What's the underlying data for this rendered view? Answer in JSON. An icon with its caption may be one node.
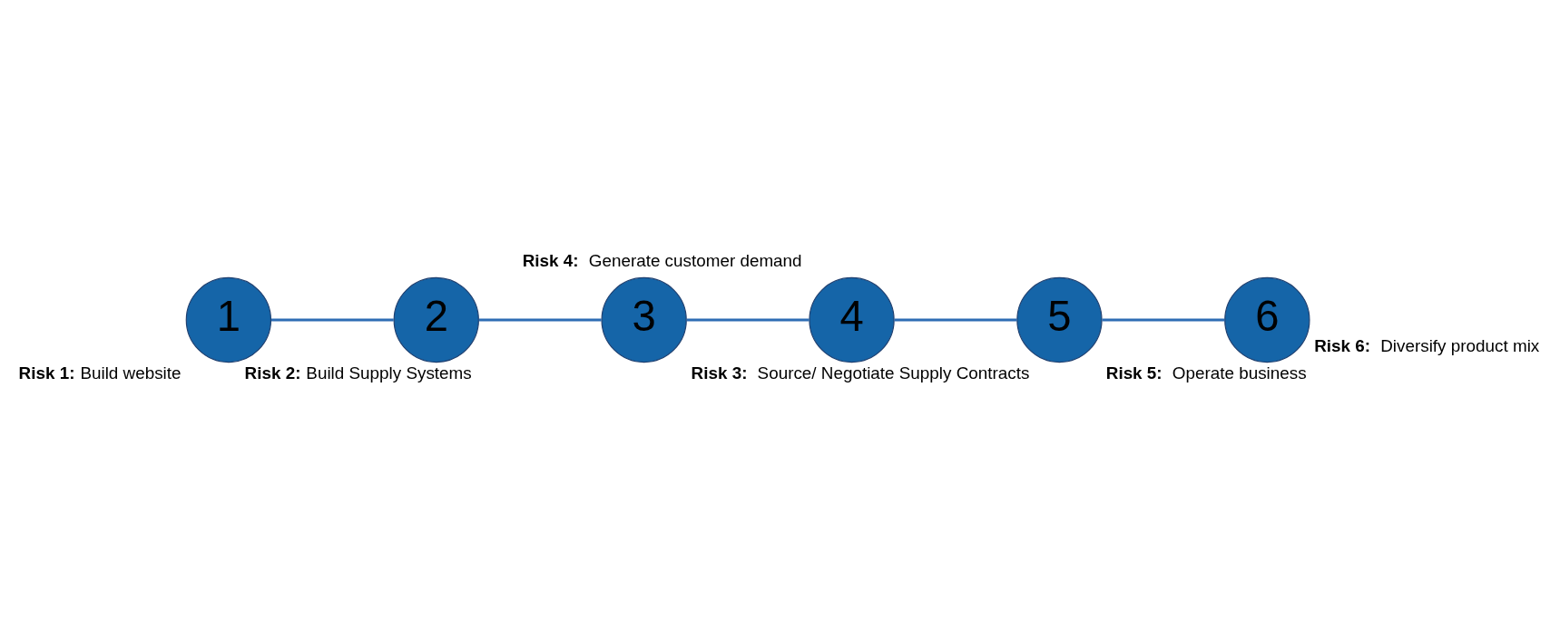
{
  "diagram": {
    "nodes": [
      {
        "text": [
          "1"
        ],
        "beside": [
          "**Risk 1:** Build website"
        ]
      },
      {
        "text": [
          "2"
        ],
        "beside": [
          "**Risk 2:** Build Supply Systems"
        ]
      },
      {
        "text": [
          "3"
        ],
        "beside": [
          "**Risk 3:**  Source/ Negotiate Supply Contracts"
        ]
      },
      {
        "text": [
          "4"
        ],
        "beside": [
          "**Risk 4:**  Generate customer demand"
        ]
      },
      {
        "text": [
          "5"
        ],
        "beside": [
          "**Risk 5:**  Operate business"
        ]
      },
      {
        "text": [
          "6"
        ],
        "beside": [
          "**Risk 6:**  Diversify product mix"
        ]
      }
    ],
    "edges": [
      {
        "from": 0,
        "to": 1,
        "arrow": "none"
      },
      {
        "from": 1,
        "to": 2,
        "arrow": "none"
      },
      {
        "from": 2,
        "to": 3,
        "arrow": "none"
      },
      {
        "from": 3,
        "to": 4,
        "arrow": "none"
      },
      {
        "from": 4,
        "to": 5,
        "arrow": "none"
      }
    ]
  }
}
